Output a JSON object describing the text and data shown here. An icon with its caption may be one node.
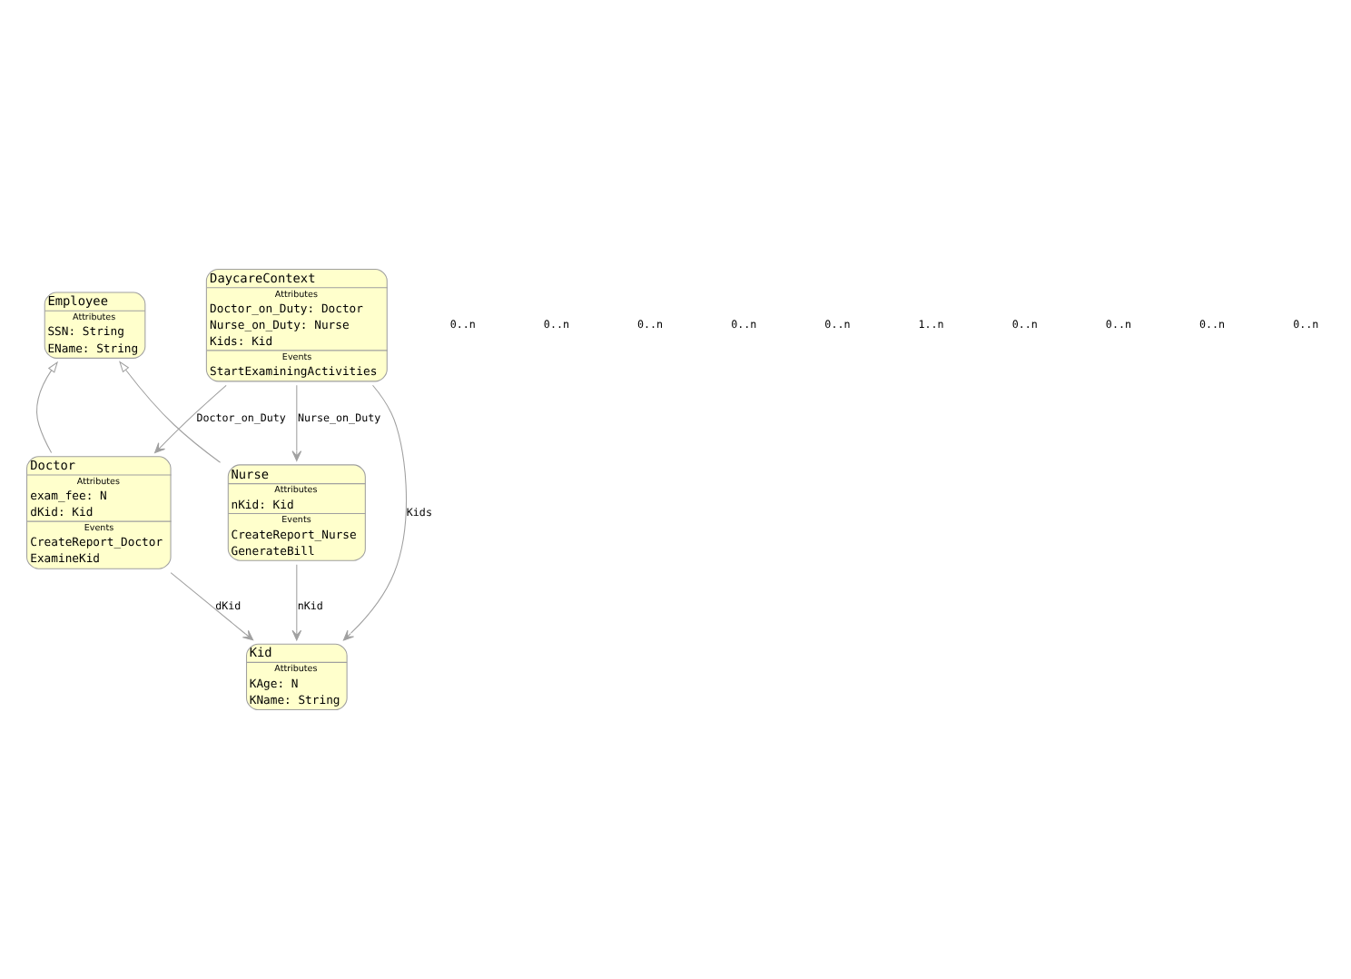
{
  "diagram": {
    "nodes": [
      {
        "text": [
          "Employee",
          "Attributes",
          "SSN: String",
          "EName: String"
        ]
      },
      {
        "text": [
          "DaycareContext",
          "Attributes",
          "Doctor_on_Duty: Doctor",
          "Nurse_on_Duty: Nurse",
          "Kids: Kid",
          "Events",
          "StartExaminingActivities"
        ]
      },
      {
        "text": [
          "Doctor",
          "Attributes",
          "exam_fee: N",
          "dKid: Kid",
          "Events",
          "CreateReport_Doctor",
          "ExamineKid"
        ]
      },
      {
        "text": [
          "Kid",
          "Attributes",
          "KAge: N",
          "KName: String"
        ]
      },
      {
        "text": [
          "Nurse",
          "Attributes",
          "nKid: Kid",
          "Events",
          "CreateReport_Nurse",
          "GenerateBill"
        ]
      }
    ],
    "edges": [
      {
        "from": 1,
        "to": 2,
        "arrow": "to",
        "label": "Doctor_on_Duty"
      },
      {
        "from": 1,
        "to": 3,
        "arrow": "to",
        "label": "Kids"
      },
      {
        "from": 1,
        "to": 4,
        "arrow": "to",
        "label": "Nurse_on_Duty"
      },
      {
        "from": 2,
        "to": 3,
        "arrow": "to",
        "label": "dKid"
      },
      {
        "from": 4,
        "to": 3,
        "arrow": "to",
        "label": "nKid"
      },
      {
        "from": 2,
        "to": 0,
        "arrow": "to"
      },
      {
        "from": 4,
        "to": 0,
        "arrow": "to"
      }
    ],
    "labels": [
      "0..n",
      "0..n",
      "0..n",
      "0..n",
      "0..n",
      "1..n",
      "0..n",
      "0..n",
      "0..n",
      "0..n"
    ]
  }
}
